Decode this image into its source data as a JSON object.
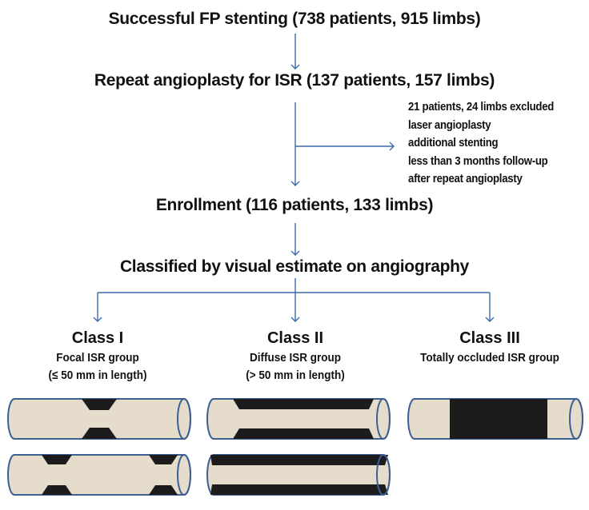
{
  "steps": {
    "stenting": "Successful FP stenting (738 patients, 915 limbs)",
    "repeat": "Repeat angioplasty for ISR (137 patients, 157 limbs)",
    "enrollment": "Enrollment (116 patients, 133 limbs)",
    "classified": "Classified by visual estimate on angiography"
  },
  "exclusion": {
    "lines": [
      "21 patients, 24 limbs excluded",
      "laser angioplasty",
      "additional stenting",
      "less than 3 months follow-up",
      "after repeat angioplasty"
    ]
  },
  "classes": [
    {
      "title": "Class I",
      "desc": "Focal ISR group",
      "note": "(≤ 50 mm in length)"
    },
    {
      "title": "Class II",
      "desc": "Diffuse ISR group",
      "note": "(> 50 mm in length)"
    },
    {
      "title": "Class III",
      "desc": "Totally occluded ISR group",
      "note": ""
    }
  ],
  "colors": {
    "arrow": "#3a6aa8",
    "vessel_outline": "#3c5f94",
    "vessel_fill": "#e6dccb",
    "lesion": "#1c1c1c"
  }
}
